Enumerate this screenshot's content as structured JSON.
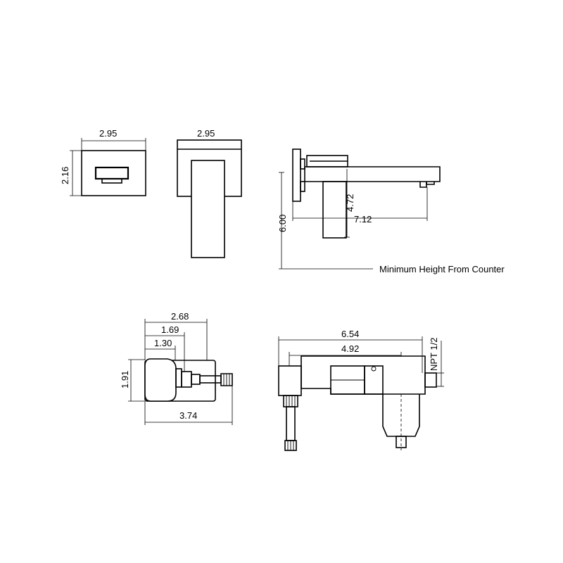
{
  "views": {
    "front_spout": {
      "width": "2.95",
      "height": "2.16"
    },
    "front_lever": {
      "width": "2.95"
    },
    "side": {
      "height": "6.00",
      "spout_height": "4.72",
      "reach": "7.12",
      "note": "Minimum Height From Counter"
    },
    "top_valve": {
      "overall": "2.68",
      "mid": "1.69",
      "short": "1.30",
      "height": "1.91",
      "width": "3.74"
    },
    "side_valve": {
      "overall": "6.54",
      "inner": "4.92",
      "thread": "NPT 1/2"
    }
  }
}
